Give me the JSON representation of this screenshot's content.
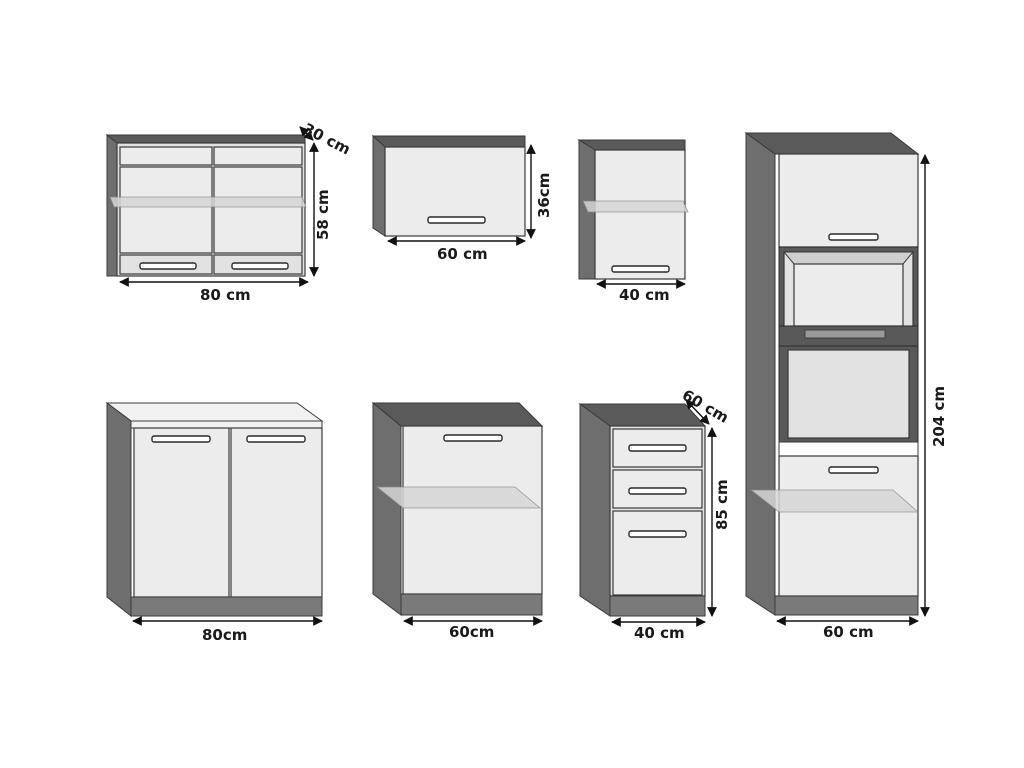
{
  "dimensions": {
    "wall_80_width": "80 cm",
    "wall_80_height": "58 cm",
    "wall_80_depth": "30 cm",
    "wall_60_width": "60 cm",
    "wall_60_height": "36cm",
    "wall_40_width": "40 cm",
    "base_80_width": "80cm",
    "base_60_width": "60cm",
    "drawer_40_width": "40 cm",
    "drawer_40_height": "85 cm",
    "drawer_40_depth": "60 cm",
    "tall_60_width": "60 cm",
    "tall_60_height": "204 cm"
  }
}
